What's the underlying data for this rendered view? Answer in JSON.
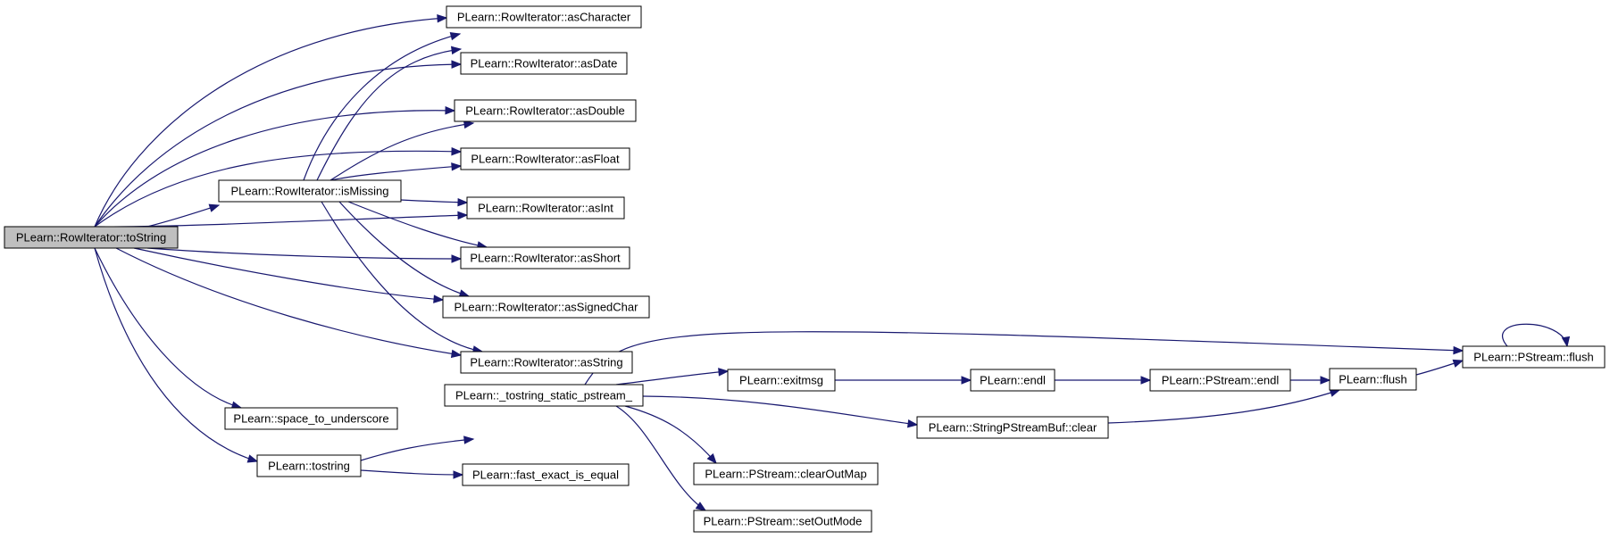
{
  "graph": {
    "nodes": [
      {
        "id": "n_tostring_root",
        "label": "PLearn::RowIterator::toString",
        "root": true
      },
      {
        "id": "n_ismissing",
        "label": "PLearn::RowIterator::isMissing"
      },
      {
        "id": "n_aschar",
        "label": "PLearn::RowIterator::asCharacter"
      },
      {
        "id": "n_asdate",
        "label": "PLearn::RowIterator::asDate"
      },
      {
        "id": "n_asdouble",
        "label": "PLearn::RowIterator::asDouble"
      },
      {
        "id": "n_asfloat",
        "label": "PLearn::RowIterator::asFloat"
      },
      {
        "id": "n_asint",
        "label": "PLearn::RowIterator::asInt"
      },
      {
        "id": "n_asshort",
        "label": "PLearn::RowIterator::asShort"
      },
      {
        "id": "n_assigned",
        "label": "PLearn::RowIterator::asSignedChar"
      },
      {
        "id": "n_asstring",
        "label": "PLearn::RowIterator::asString"
      },
      {
        "id": "n_space",
        "label": "PLearn::space_to_underscore"
      },
      {
        "id": "n_tostring",
        "label": "PLearn::tostring"
      },
      {
        "id": "n_static",
        "label": "PLearn::_tostring_static_pstream_"
      },
      {
        "id": "n_fastexact",
        "label": "PLearn::fast_exact_is_equal"
      },
      {
        "id": "n_exitmsg",
        "label": "PLearn::exitmsg"
      },
      {
        "id": "n_endl",
        "label": "PLearn::endl"
      },
      {
        "id": "n_pendl",
        "label": "PLearn::PStream::endl"
      },
      {
        "id": "n_flush",
        "label": "PLearn::flush"
      },
      {
        "id": "n_pflush",
        "label": "PLearn::PStream::flush"
      },
      {
        "id": "n_spclear",
        "label": "PLearn::StringPStreamBuf::clear"
      },
      {
        "id": "n_clearout",
        "label": "PLearn::PStream::clearOutMap"
      },
      {
        "id": "n_setout",
        "label": "PLearn::PStream::setOutMode"
      }
    ]
  }
}
